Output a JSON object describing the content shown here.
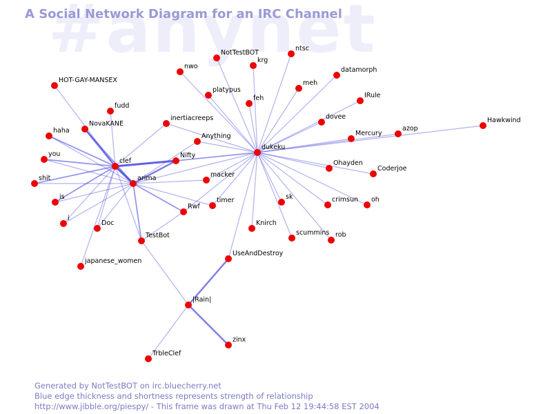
{
  "watermark": "#anynet",
  "title": "A Social Network Diagram for an IRC Channel",
  "footer": {
    "line1": "Generated by NotTestBOT on irc.bluecherry.net",
    "line2": "Blue edge thickness and shortness represents strength of relationship",
    "line3": "http://www.jibble.org/piespy/ - This frame was drawn at Thu Feb 12 19:44:58 EST 2004"
  },
  "colors": {
    "node": "#ee0000",
    "edge": "#4444dd",
    "title": "#9a9ad6",
    "watermark": "#eeeefb",
    "footer": "#7a7ac4"
  },
  "nodes": [
    "dukeku",
    "clef",
    "arima",
    "Nifty",
    "NovaKANE",
    "HOT-GAY-MANSEX",
    "fudd",
    "haha",
    "you",
    "shit",
    "is",
    "i",
    "Doc",
    "TestBot",
    "japanese_women",
    "inertiacreeps",
    "Anything",
    "macker",
    "Rwf",
    "timer",
    "UseAndDestroy",
    "|Rain|",
    "zinx",
    "TrbleClef",
    "nwo",
    "NotTestBOT",
    "krg",
    "ntsc",
    "datamorph",
    "platypus",
    "feh",
    "meh",
    "IRule",
    "dovee",
    "Mercury",
    "azop",
    "Hawkwind",
    "Ohayden",
    "Coderjoe",
    "crimsun",
    "oh",
    "sk",
    "Knirch",
    "scummins",
    "rob"
  ],
  "edges": [
    {
      "from": "clef",
      "to": "arima",
      "strength": 4
    },
    {
      "from": "clef",
      "to": "Nifty",
      "strength": 4
    },
    {
      "from": "arima",
      "to": "Nifty",
      "strength": 3
    },
    {
      "from": "clef",
      "to": "NovaKANE",
      "strength": 3
    },
    {
      "from": "arima",
      "to": "NovaKANE",
      "strength": 2
    },
    {
      "from": "clef",
      "to": "haha",
      "strength": 2
    },
    {
      "from": "arima",
      "to": "haha",
      "strength": 1
    },
    {
      "from": "clef",
      "to": "you",
      "strength": 2
    },
    {
      "from": "arima",
      "to": "you",
      "strength": 1
    },
    {
      "from": "clef",
      "to": "shit",
      "strength": 2
    },
    {
      "from": "arima",
      "to": "shit",
      "strength": 1
    },
    {
      "from": "clef",
      "to": "is",
      "strength": 2
    },
    {
      "from": "arima",
      "to": "is",
      "strength": 1
    },
    {
      "from": "clef",
      "to": "i",
      "strength": 1
    },
    {
      "from": "arima",
      "to": "i",
      "strength": 1
    },
    {
      "from": "clef",
      "to": "Doc",
      "strength": 1
    },
    {
      "from": "arima",
      "to": "Doc",
      "strength": 1
    },
    {
      "from": "clef",
      "to": "TestBot",
      "strength": 1
    },
    {
      "from": "arima",
      "to": "TestBot",
      "strength": 2
    },
    {
      "from": "clef",
      "to": "HOT-GAY-MANSEX",
      "strength": 1
    },
    {
      "from": "clef",
      "to": "fudd",
      "strength": 1
    },
    {
      "from": "clef",
      "to": "japanese_women",
      "strength": 1
    },
    {
      "from": "clef",
      "to": "inertiacreeps",
      "strength": 1
    },
    {
      "from": "arima",
      "to": "Anything",
      "strength": 1
    },
    {
      "from": "arima",
      "to": "macker",
      "strength": 1
    },
    {
      "from": "arima",
      "to": "Rwf",
      "strength": 2
    },
    {
      "from": "arima",
      "to": "timer",
      "strength": 1
    },
    {
      "from": "TestBot",
      "to": "Rwf",
      "strength": 1
    },
    {
      "from": "TestBot",
      "to": "|Rain|",
      "strength": 1
    },
    {
      "from": "|Rain|",
      "to": "UseAndDestroy",
      "strength": 3
    },
    {
      "from": "|Rain|",
      "to": "zinx",
      "strength": 3
    },
    {
      "from": "|Rain|",
      "to": "TrbleClef",
      "strength": 1
    },
    {
      "from": "dukeku",
      "to": "arima",
      "strength": 1
    },
    {
      "from": "dukeku",
      "to": "Nifty",
      "strength": 2
    },
    {
      "from": "dukeku",
      "to": "Anything",
      "strength": 1
    },
    {
      "from": "dukeku",
      "to": "Rwf",
      "strength": 1
    },
    {
      "from": "dukeku",
      "to": "timer",
      "strength": 1
    },
    {
      "from": "dukeku",
      "to": "UseAndDestroy",
      "strength": 1
    },
    {
      "from": "dukeku",
      "to": "nwo",
      "strength": 1
    },
    {
      "from": "dukeku",
      "to": "NotTestBOT",
      "strength": 1
    },
    {
      "from": "dukeku",
      "to": "krg",
      "strength": 1
    },
    {
      "from": "dukeku",
      "to": "ntsc",
      "strength": 1
    },
    {
      "from": "dukeku",
      "to": "datamorph",
      "strength": 1
    },
    {
      "from": "dukeku",
      "to": "platypus",
      "strength": 1
    },
    {
      "from": "dukeku",
      "to": "feh",
      "strength": 1
    },
    {
      "from": "dukeku",
      "to": "meh",
      "strength": 1
    },
    {
      "from": "dukeku",
      "to": "IRule",
      "strength": 1
    },
    {
      "from": "dukeku",
      "to": "dovee",
      "strength": 1
    },
    {
      "from": "dukeku",
      "to": "Mercury",
      "strength": 1
    },
    {
      "from": "dukeku",
      "to": "azop",
      "strength": 1
    },
    {
      "from": "dukeku",
      "to": "Hawkwind",
      "strength": 1
    },
    {
      "from": "dukeku",
      "to": "Ohayden",
      "strength": 1
    },
    {
      "from": "dukeku",
      "to": "Coderjoe",
      "strength": 1
    },
    {
      "from": "dukeku",
      "to": "crimsun",
      "strength": 1
    },
    {
      "from": "dukeku",
      "to": "oh",
      "strength": 1
    },
    {
      "from": "dukeku",
      "to": "sk",
      "strength": 1
    },
    {
      "from": "dukeku",
      "to": "Knirch",
      "strength": 1
    },
    {
      "from": "dukeku",
      "to": "scummins",
      "strength": 1
    },
    {
      "from": "dukeku",
      "to": "rob",
      "strength": 1
    },
    {
      "from": "dukeku",
      "to": "macker",
      "strength": 1
    },
    {
      "from": "dukeku",
      "to": "inertiacreeps",
      "strength": 1
    }
  ]
}
